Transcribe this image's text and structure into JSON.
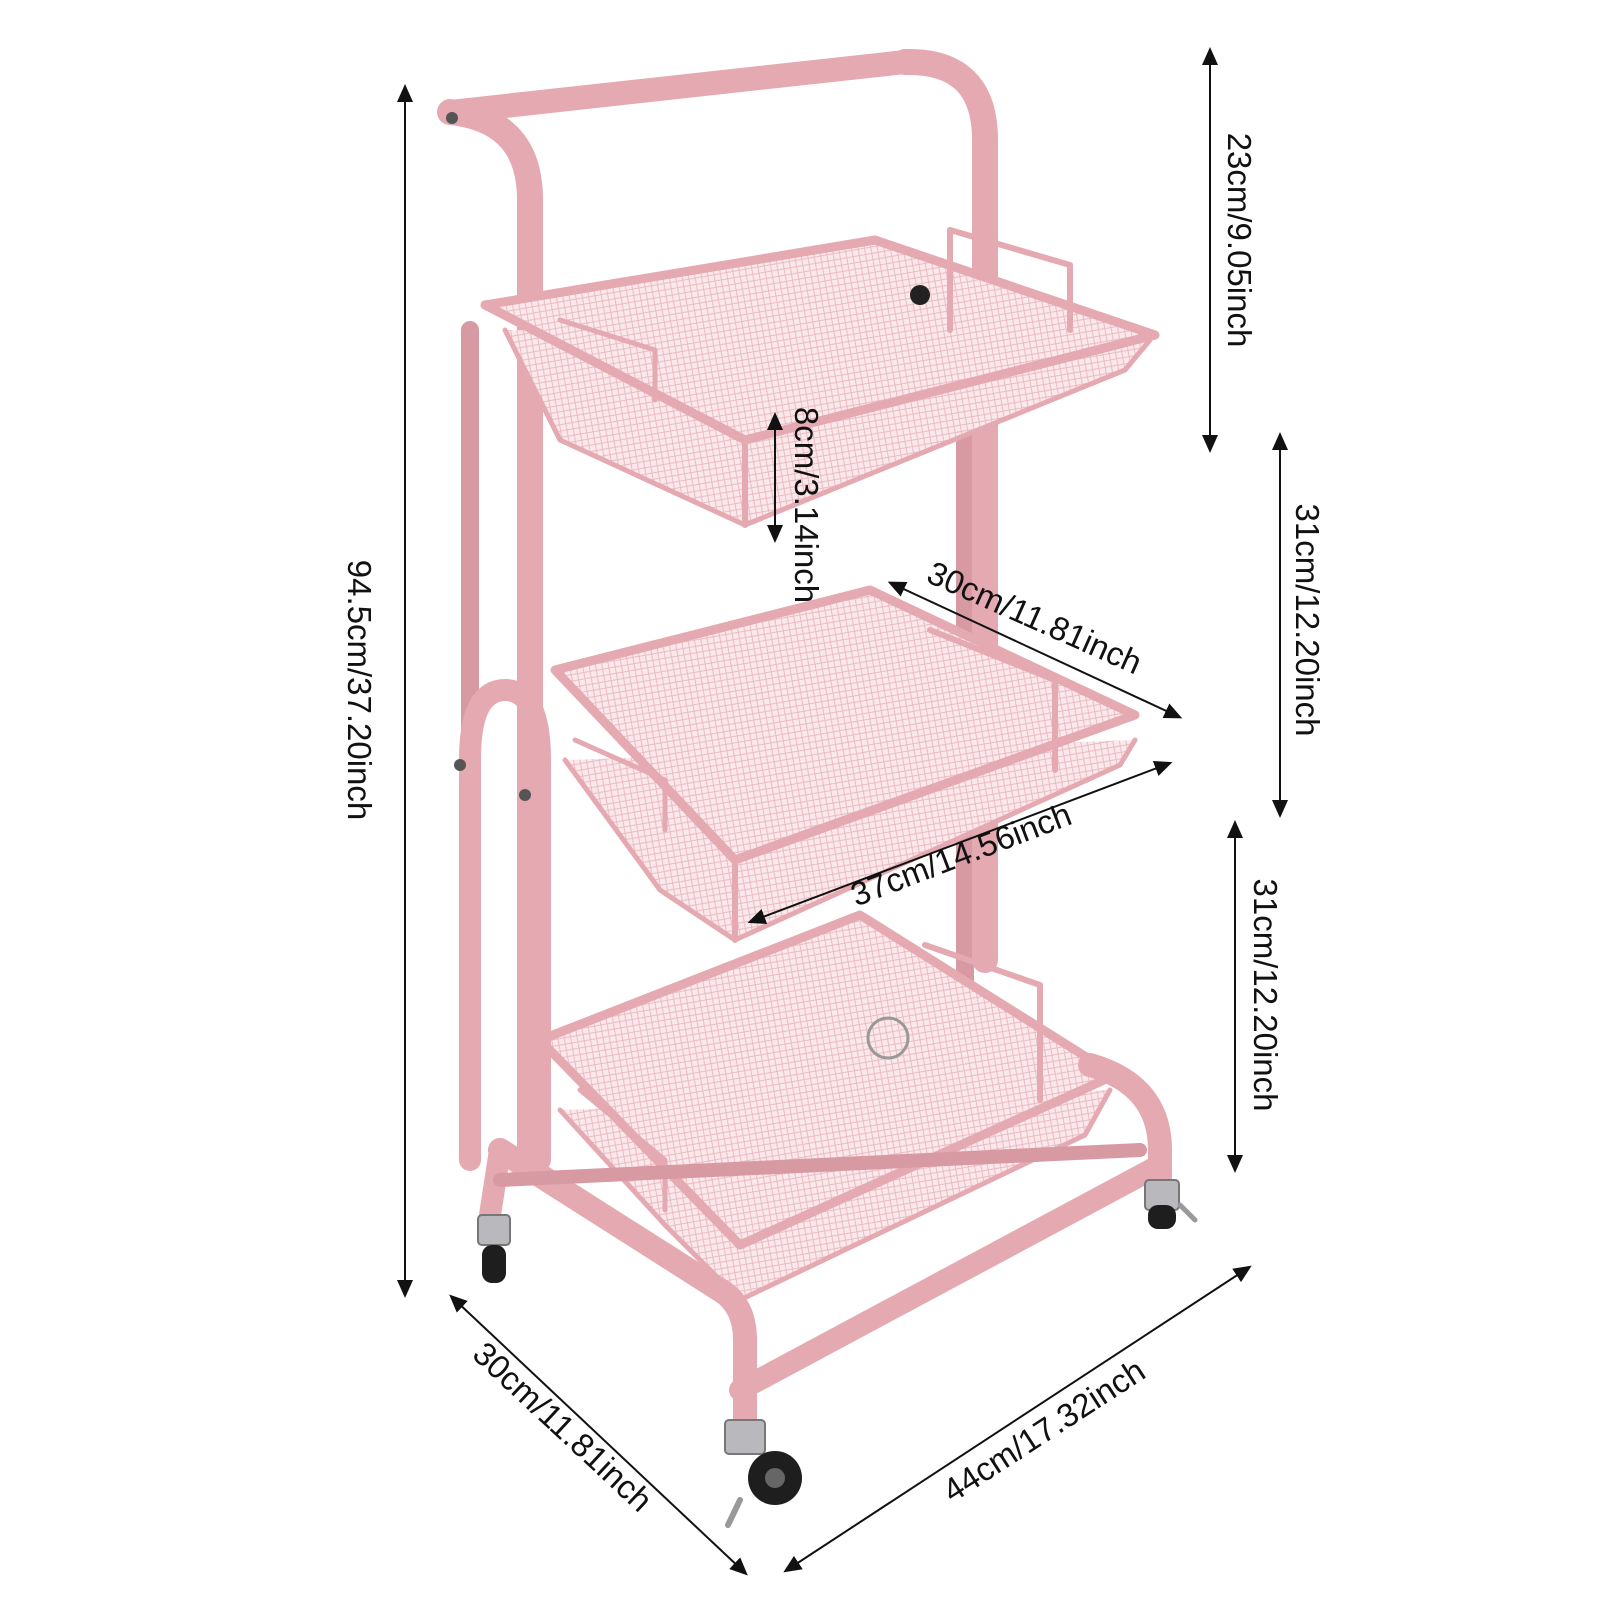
{
  "product": {
    "name": "3-tier pink rolling cart",
    "colors": {
      "frame": "#e4a9b1",
      "frame_shadow": "#c98a94",
      "frame_light": "#f3c9cf",
      "mesh": "#f4d3d8",
      "wheel": "#1e1e1e",
      "caster": "#b9b9bd",
      "annotation": "#111111",
      "background": "#ffffff"
    }
  },
  "dimensions": {
    "total_height": "94.5cm/37.20inch",
    "handle_height": "23cm/9.05inch",
    "basket_depth": "8cm/3.14inch",
    "tier_gap_upper": "31cm/12.20inch",
    "tier_gap_lower": "31cm/12.20inch",
    "basket_width": "30cm/11.81inch",
    "basket_length": "37cm/14.56inch",
    "base_width": "30cm/11.81inch",
    "base_length": "44cm/17.32inch"
  }
}
